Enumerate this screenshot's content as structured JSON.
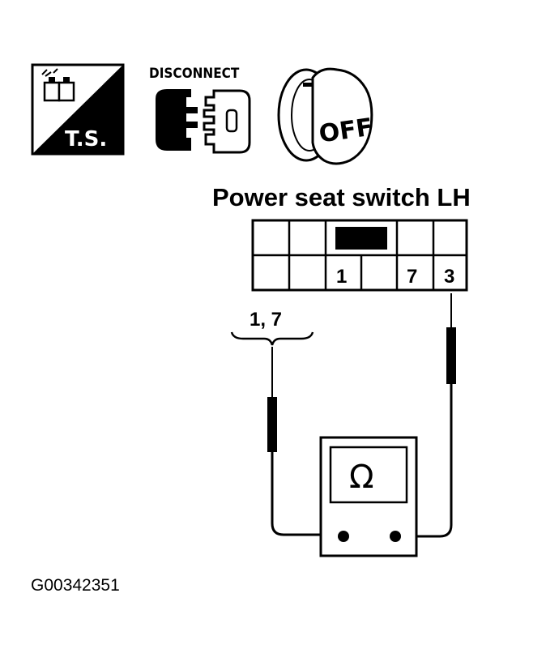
{
  "icons": {
    "ts_label": "T.S.",
    "disconnect_label": "DISCONNECT",
    "ignition_label": "OFF"
  },
  "connector": {
    "title": "Power seat switch LH",
    "pins": {
      "pin_1": "1",
      "pin_7": "7",
      "pin_3": "3"
    }
  },
  "probes": {
    "left_label": "1, 7"
  },
  "meter": {
    "symbol": "Ω"
  },
  "figure_code": "G00342351"
}
